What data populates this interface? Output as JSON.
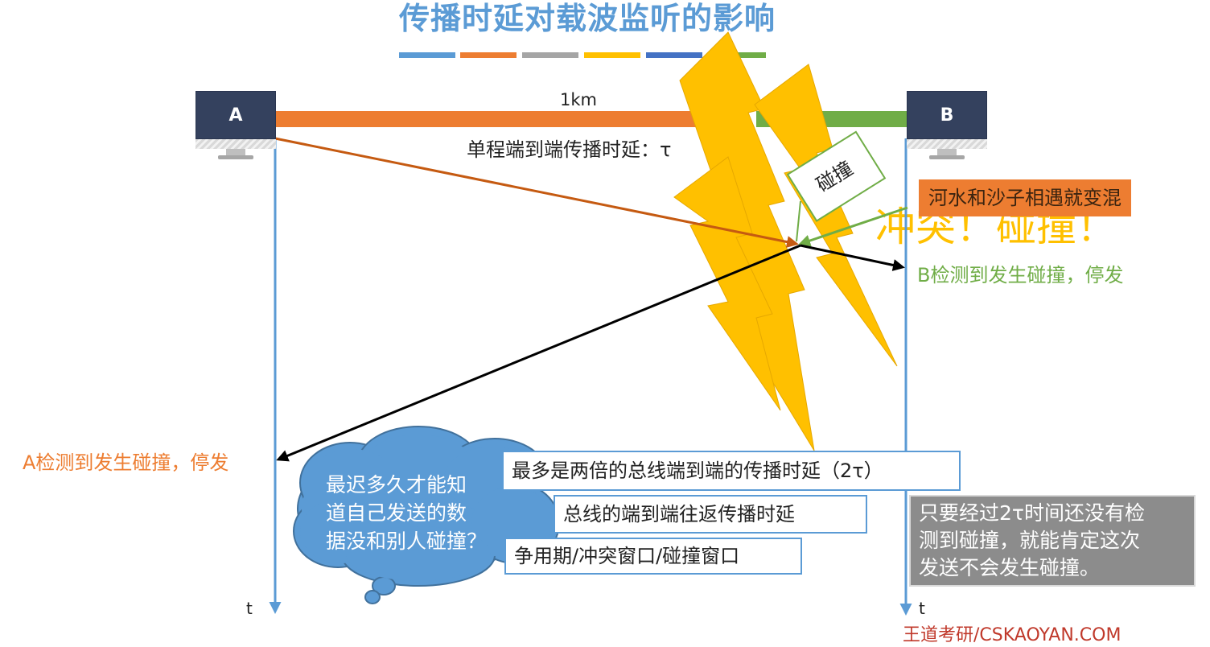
{
  "title": "传播时延对载波监听的影响",
  "colors": {
    "bars": [
      "#5b9bd5",
      "#ed7d31",
      "#a5a5a5",
      "#ffc000",
      "#4472c4",
      "#70ad47"
    ],
    "timeline": "#5b9bd5",
    "signal_a": "#ed7d31",
    "signal_b": "#70ad47",
    "lightning": "#ffc000",
    "grey_box": "#8c8c8c"
  },
  "stations": {
    "a_label": "A",
    "b_label": "B"
  },
  "distance_label": "1km",
  "one_way_delay_label": "单程端到端传播时延：τ",
  "collision_label": "碰撞",
  "orange_note": "河水和沙子相遇就变混",
  "conflict_text": "冲突！碰撞！",
  "b_detect": "B检测到发生碰撞，停发",
  "a_detect": "A检测到发生碰撞，停发",
  "time_axis_a": "t",
  "time_axis_b": "t",
  "cloud_question": "最迟多久才能知\n道自己发送的数\n据没和别人碰撞？",
  "answer_1": "最多是两倍的总线端到端的传播时延（2τ）",
  "answer_2": "总线的端到端往返传播时延",
  "answer_3": "争用期/冲突窗口/碰撞窗口",
  "grey_note": "只要经过2τ时间还没有检\n测到碰撞，就能肯定这次\n发送不会发生碰撞。",
  "watermark": "王道考研/CSKAOYAN.COM"
}
